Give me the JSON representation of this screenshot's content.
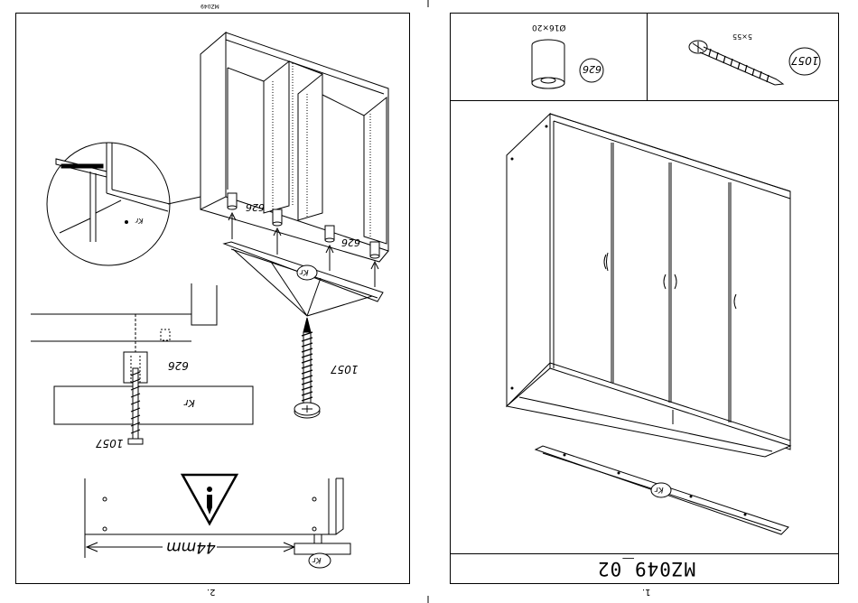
{
  "document": {
    "left_page": {
      "header_code": "MZ049",
      "page_number": "2.",
      "part_labels": {
        "cap": "626",
        "screw": "1057",
        "plinth_mark": "Kr"
      },
      "measurement": "44mm"
    },
    "right_page": {
      "page_number": "1.",
      "footer_code": "MZ049_02",
      "parts": [
        {
          "code": "626",
          "spec": "Ø16×20"
        },
        {
          "code": "1057",
          "spec": "5×55"
        }
      ],
      "plinth_mark": "Kr"
    }
  }
}
